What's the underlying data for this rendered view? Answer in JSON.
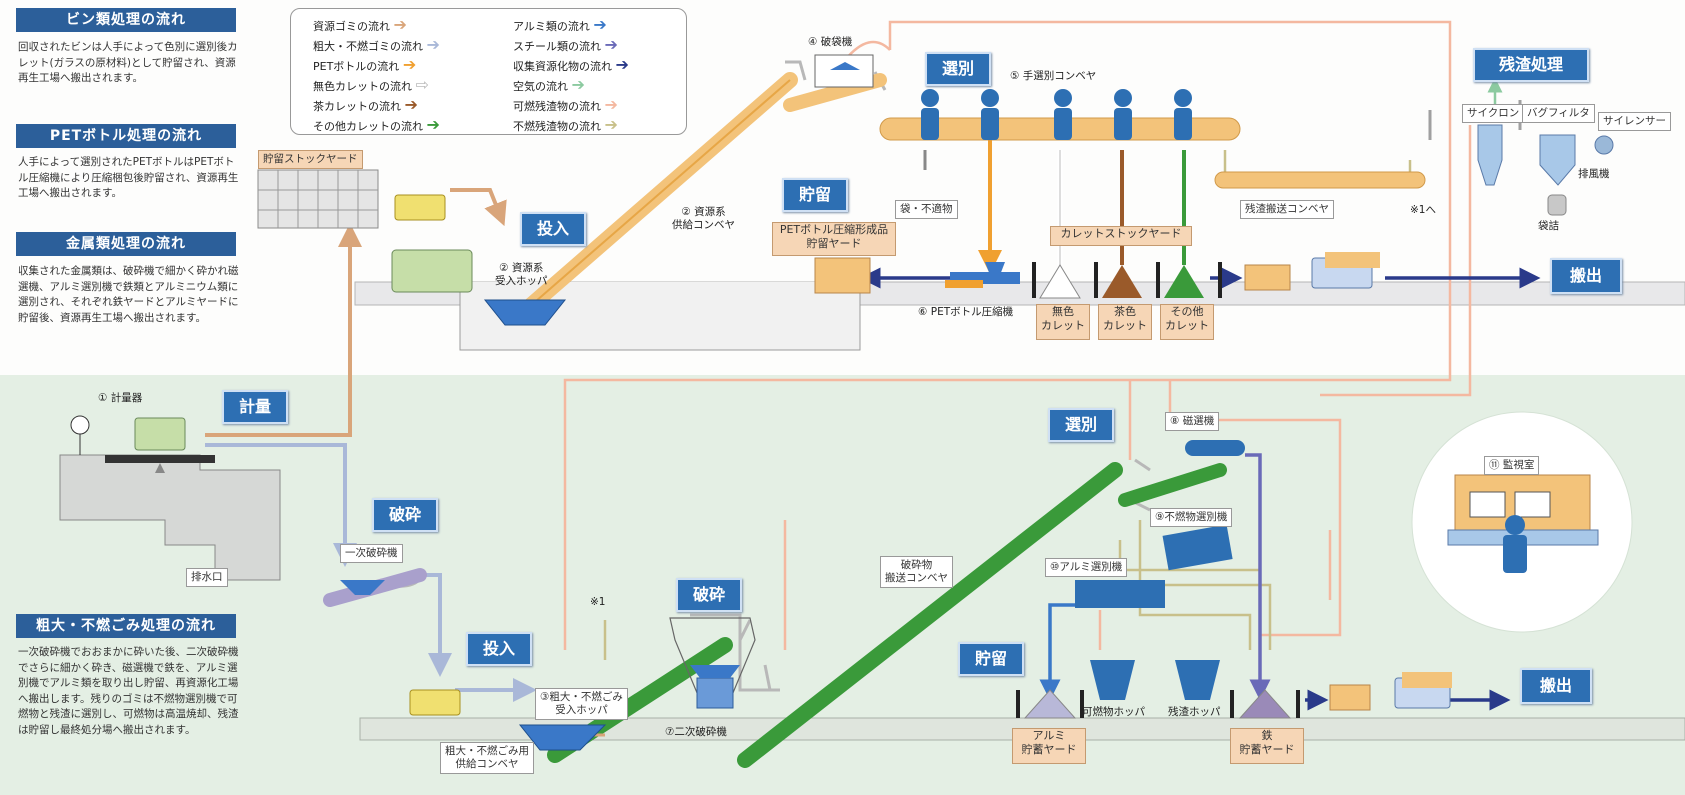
{
  "sections": [
    {
      "title": "ビン類処理の流れ",
      "text": "回収されたビンは人手によって色別に選別後カレット(ガラスの原材料)として貯留され、資源再生工場へ搬出されます。"
    },
    {
      "title": "PETボトル処理の流れ",
      "text": "人手によって選別されたPETボトルはPETボトル圧縮機により圧縮梱包後貯留され、資源再生工場へ搬出されます。"
    },
    {
      "title": "金属類処理の流れ",
      "text": "収集された金属類は、破砕機で細かく砕かれ磁選機、アルミ選別機で鉄類とアルミニウム類に選別され、それぞれ鉄ヤードとアルミヤードに貯留後、資源再生工場へ搬出されます。"
    },
    {
      "title": "粗大・不燃ごみ処理の流れ",
      "text": "一次破砕機でおおまかに砕いた後、二次破砕機でさらに細かく砕き、磁選機で鉄を、アルミ選別機でアルミ類を取り出し貯留、再資源化工場へ搬出します。残りのゴミは不燃物選別機で可燃物と残渣に選別し、可燃物は高温焼却、残渣は貯留し最終処分場へ搬出されます。"
    }
  ],
  "legend": [
    {
      "label": "資源ゴミの流れ",
      "color": "#d9a57a"
    },
    {
      "label": "粗大・不燃ゴミの流れ",
      "color": "#a9b8d8"
    },
    {
      "label": "PETボトルの流れ",
      "color": "#f0a030"
    },
    {
      "label": "無色カレットの流れ",
      "color": "#ffffff"
    },
    {
      "label": "茶カレットの流れ",
      "color": "#9a5a2a"
    },
    {
      "label": "その他カレットの流れ",
      "color": "#3a9a3a"
    },
    {
      "label": "アルミ類の流れ",
      "color": "#3a78c8"
    },
    {
      "label": "スチール類の流れ",
      "color": "#6a6ab8"
    },
    {
      "label": "収集資源化物の流れ",
      "color": "#2a3a8a"
    },
    {
      "label": "空気の流れ",
      "color": "#8ccaa0"
    },
    {
      "label": "可燃残渣物の流れ",
      "color": "#f4b8a0"
    },
    {
      "label": "不燃残渣物の流れ",
      "color": "#c8c08a"
    }
  ],
  "labels": {
    "keiryo": "計量",
    "keiryoki": "① 計量器",
    "haisuiko": "排水口",
    "tonyu_top": "投入",
    "ukeire_top": "② 資源系\n受入ホッパ",
    "kyokyu_top": "② 資源系\n供給コンベヤ",
    "chozou_yard": "貯留ストックヤード",
    "hatai": "④ 破袋機",
    "senbetsu_top": "選別",
    "tesenbetsu": "⑤ 手選別コンベヤ",
    "choryu_top": "貯留",
    "fukuro": "袋・不適物",
    "pet_yard": "PETボトル圧縮形成品\n貯留ヤード",
    "pet_press": "⑥ PETボトル圧縮機",
    "cullet_yard": "カレットストックヤード",
    "mushoku": "無色\nカレット",
    "cha": "茶色\nカレット",
    "sonota": "その他\nカレット",
    "zansa_conv": "残渣搬送コンベヤ",
    "kome1he": "※1へ",
    "zansa_shori": "残渣処理",
    "cyclone": "サイクロン",
    "bagfilter": "バグフィルタ",
    "silencer": "サイレンサー",
    "haifuki": "排風機",
    "fukurodume": "袋詰",
    "hanshutsu_top": "搬出",
    "hasai_left": "破砕",
    "ichiji": "一次破砕機",
    "tonyu_bot": "投入",
    "kome1": "※1",
    "sodai_hopper": "③粗大・不燃ごみ\n受入ホッパ",
    "sodai_conv": "粗大・不燃ごみ用\n供給コンベヤ",
    "hasai_mid": "破砕",
    "niji": "⑦二次破砕機",
    "hasaibutsu": "破砕物\n搬送コンベヤ",
    "senbetsu_bot": "選別",
    "jisenki": "⑧ 磁選機",
    "funen_sen": "⑨不燃物選別機",
    "alumi_sen": "⑩アルミ選別機",
    "choryu_bot": "貯留",
    "kanen_hopper": "可燃物ホッパ",
    "zansa_hopper": "残渣ホッパ",
    "alumi_yard": "アルミ\n貯蓄ヤード",
    "tetsu_yard": "鉄\n貯蓄ヤード",
    "hanshutsu_bot": "搬出",
    "kanshi": "⑪ 監視室"
  }
}
